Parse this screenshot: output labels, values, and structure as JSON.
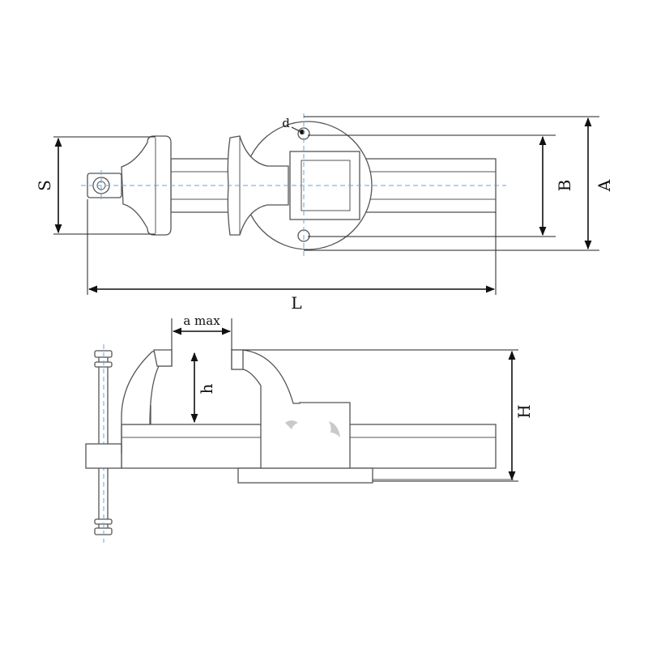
{
  "labels": {
    "s": "S",
    "b": "B",
    "a": "A",
    "d": "d",
    "l": "L",
    "a_max": "a max",
    "h": "h",
    "h_total": "H"
  },
  "colors": {
    "outline": "#555555",
    "centerline": "#6aa6d8",
    "dimension": "#111111",
    "background": "#ffffff"
  }
}
